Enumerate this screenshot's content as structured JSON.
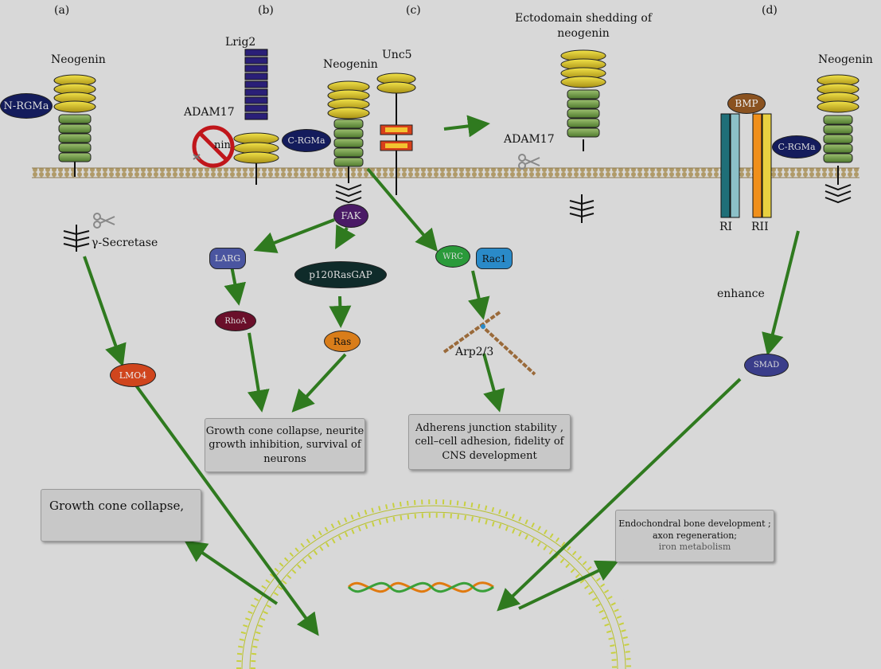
{
  "panels": {
    "a": "(a)",
    "b": "(b)",
    "c": "(c)",
    "d": "(d)"
  },
  "receptors": {
    "neogenin": "Neogenin",
    "lrig2": "Lrig2",
    "unc5": "Unc5",
    "adam17": "ADAM17",
    "shedding": "Ectodomain shedding of neogenin",
    "gamma_secretase": "γ-Secretase",
    "ri": "RI",
    "rii": "RII",
    "enhance": "enhance",
    "arp": "Arp2/3",
    "inhibited_text": "nin"
  },
  "molecules": {
    "n_rgma": "N-RGMa",
    "c_rgma": "C-RGMa",
    "fak": "FAK",
    "larg": "LARG",
    "p120": "p120RasGAP",
    "rhoa": "RhoA",
    "ras": "Ras",
    "wrc": "WRC",
    "rac1": "Rac1",
    "lmo4": "LMO4",
    "bmp": "BMP",
    "smad": "SMAD"
  },
  "outcomes": {
    "growth_inhibition": "Growth cone collapse, neurite growth inhibition, survival of neurons",
    "adherens": "Adherens junction stability , cell–cell adhesion, fidelity of CNS development",
    "growth_collapse": "Growth cone collapse,",
    "endochondral": "Endochondral bone development ; axon regeneration;",
    "iron": "iron metabolism"
  },
  "colors": {
    "arrow": "#2f7a1f",
    "membrane": "#a08a5c",
    "fnIII": "#5f8f3c",
    "ig": "#c9b624",
    "rgma": "#141c5c",
    "fak": "#4a1a66",
    "larg": "#4a55a0",
    "p120": "#0f2b2a",
    "rhoa": "#6a0f2a",
    "ras": "#d97d1a",
    "wrc": "#2a9a3a",
    "rac1": "#2a8ac8",
    "lmo4": "#d0451d",
    "bmp": "#8a5220",
    "smad": "#3a3d8a",
    "nuclear": "#c8d040"
  }
}
